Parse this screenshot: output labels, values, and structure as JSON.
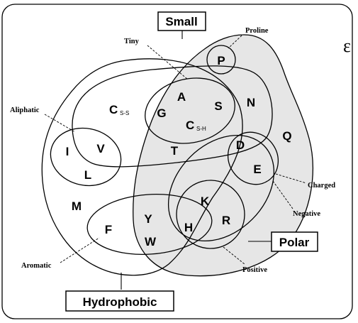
{
  "universe_symbol": "ε",
  "boxes": {
    "small": "Small",
    "polar": "Polar",
    "hydrophobic": "Hydrophobic"
  },
  "labels": {
    "tiny": "Tiny",
    "proline": "Proline",
    "aliphatic": "Aliphatic",
    "charged": "Charged",
    "negative": "Negative",
    "aromatic": "Aromatic",
    "positive": "Positive"
  },
  "amino_acids": {
    "p": "P",
    "a": "A",
    "g": "G",
    "s": "S",
    "c_ss": "C",
    "c_ss_sub": "S-S",
    "c_sh": "C",
    "c_sh_sub": "S-H",
    "n": "N",
    "q": "Q",
    "d": "D",
    "e": "E",
    "t": "T",
    "i": "I",
    "v": "V",
    "l": "L",
    "m": "M",
    "k": "K",
    "r": "R",
    "h": "H",
    "f": "F",
    "y": "Y",
    "w": "W"
  },
  "colors": {
    "polar_fill": "#e6e6e6",
    "line": "#000000",
    "background": "#ffffff"
  }
}
